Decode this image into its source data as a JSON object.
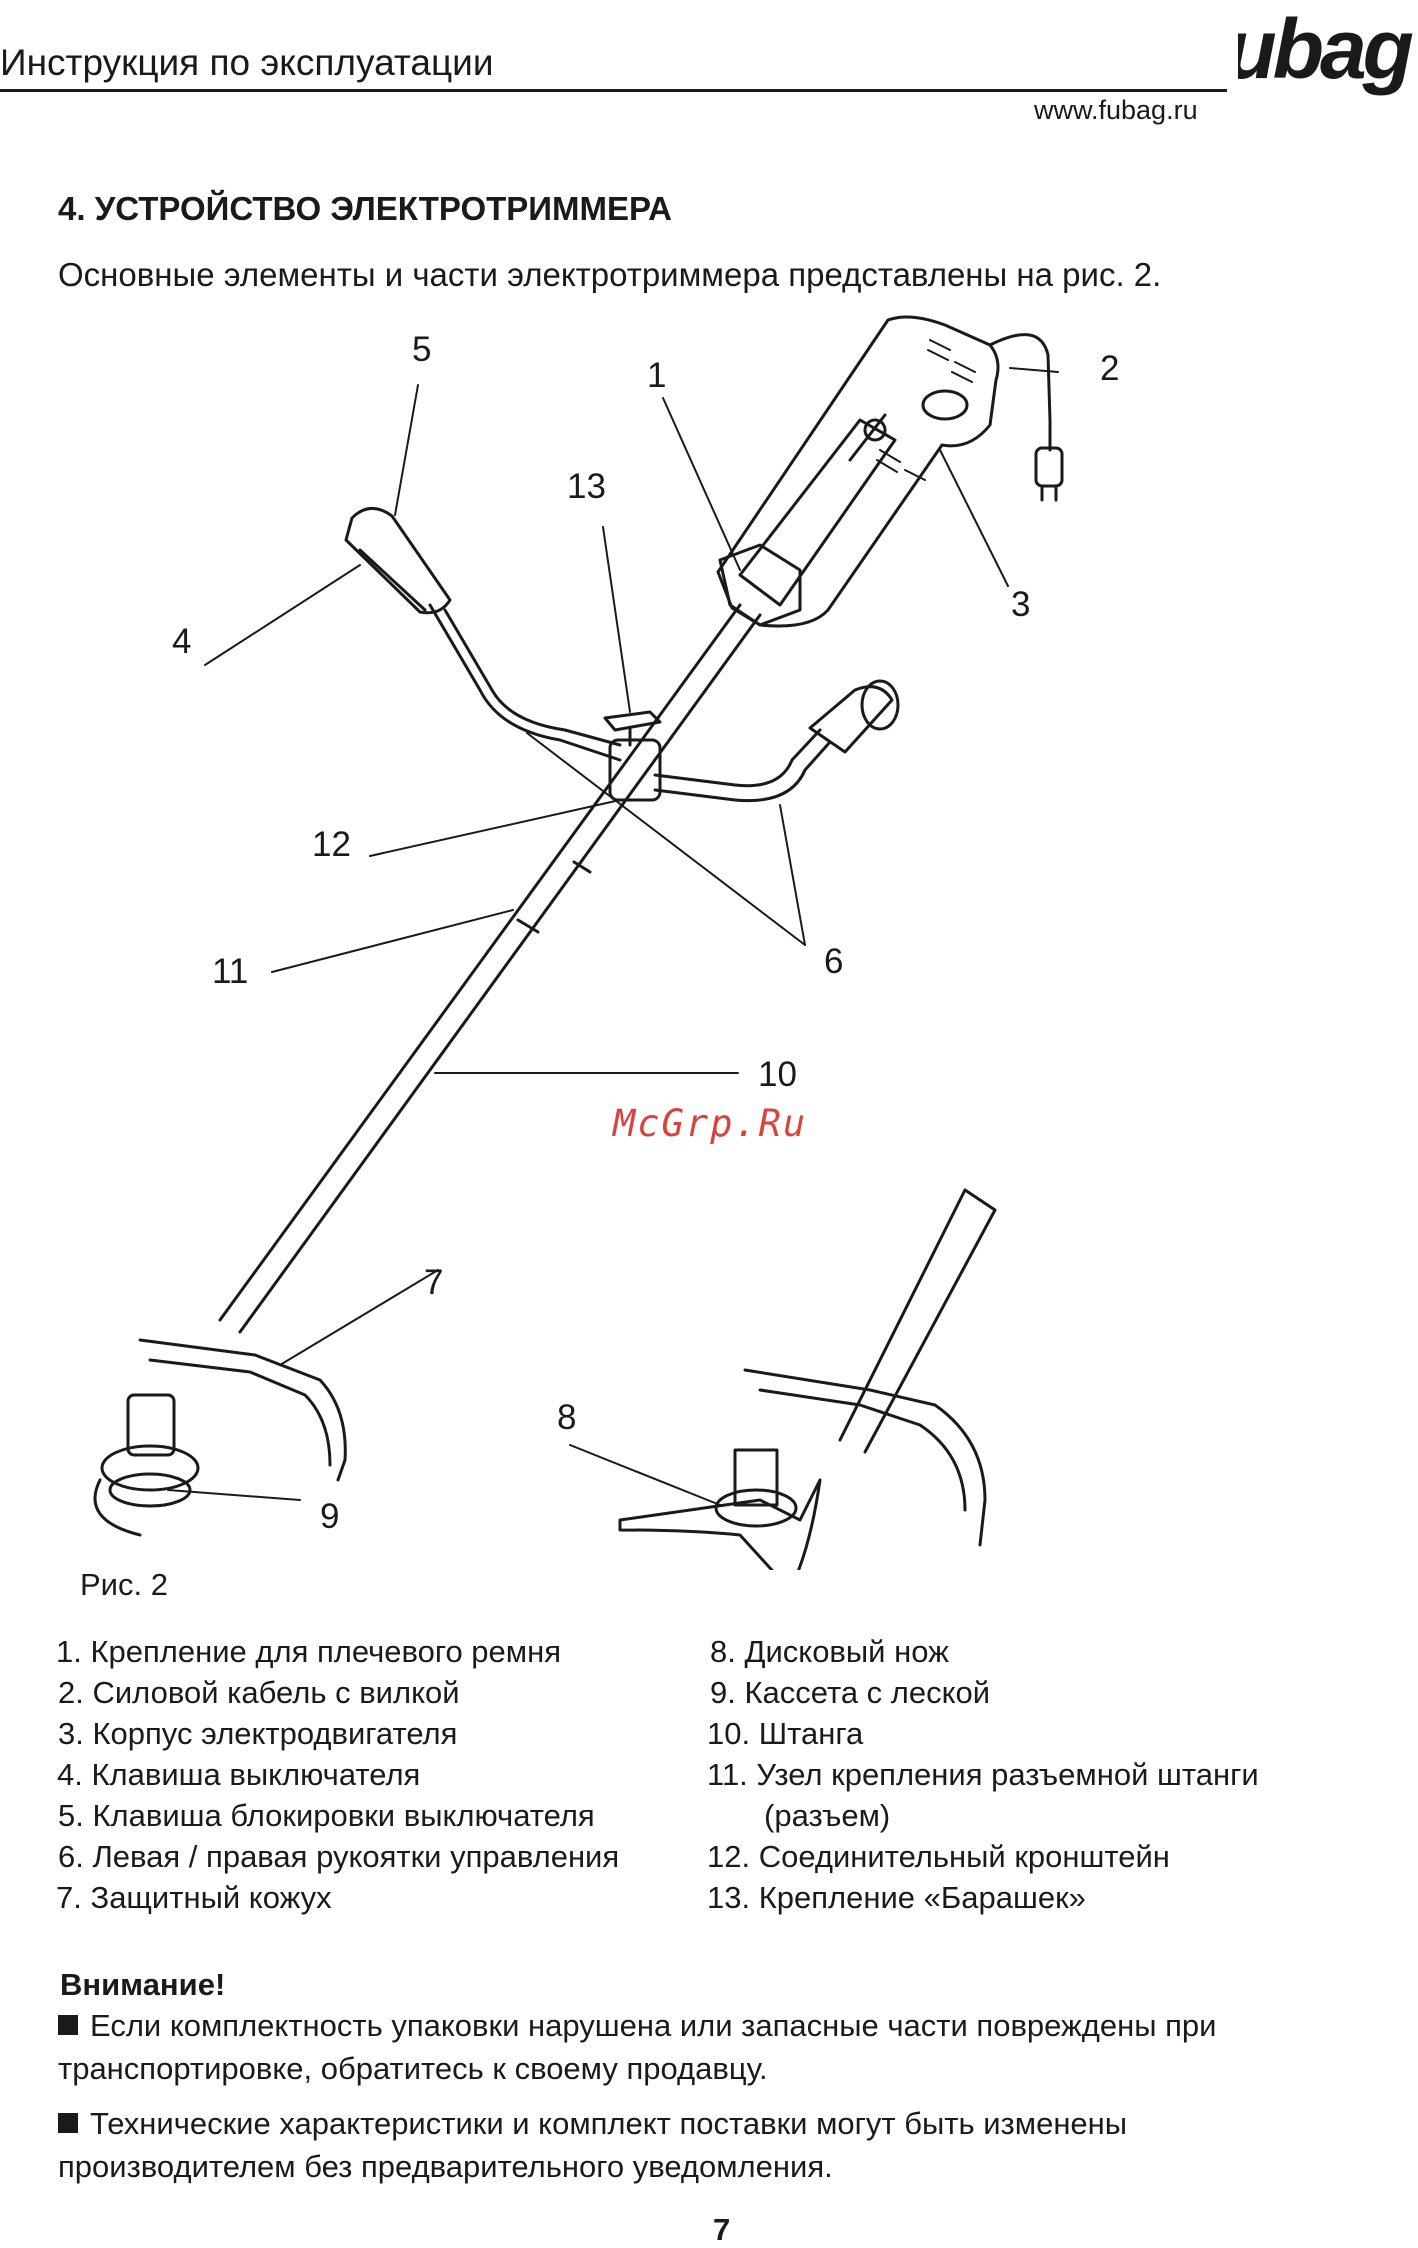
{
  "header": {
    "title": "Инструкция по эксплуатации",
    "brand": "fubag",
    "url": "www.fubag.ru"
  },
  "section": {
    "title": "4. УСТРОЙСТВО ЭЛЕКТРОТРИММЕРА",
    "intro": "Основные элементы и части электротриммера представлены на рис. 2."
  },
  "figure": {
    "callouts": [
      "1",
      "2",
      "3",
      "4",
      "5",
      "6",
      "7",
      "8",
      "9",
      "10",
      "11",
      "12",
      "13"
    ],
    "caption": "Рис. 2",
    "watermark": "McGrp.Ru"
  },
  "legend": {
    "left": [
      "1. Крепление для плечевого ремня",
      "2. Силовой кабель с вилкой",
      "3. Корпус электродвигателя",
      "4. Клавиша выключателя",
      "5. Клавиша блокировки выключателя",
      "6. Левая / правая рукоятки управления",
      "7. Защитный кожух"
    ],
    "right": [
      "8. Дисковый нож",
      "9. Кассета с леской",
      "10. Штанга",
      "11. Узел крепления разъемной штанги",
      "(разъем)",
      "12. Соединительный кронштейн",
      "13. Крепление «Барашек»"
    ]
  },
  "warning": {
    "title": "Внимание!",
    "items": [
      "Если комплектность упаковки нарушена или запасные части повреждены при транспортировке, обратитесь к своему продавцу.",
      "Технические характеристики и комплект поставки могут быть изменены производителем без предварительного уведомления."
    ]
  },
  "page_number": "7"
}
